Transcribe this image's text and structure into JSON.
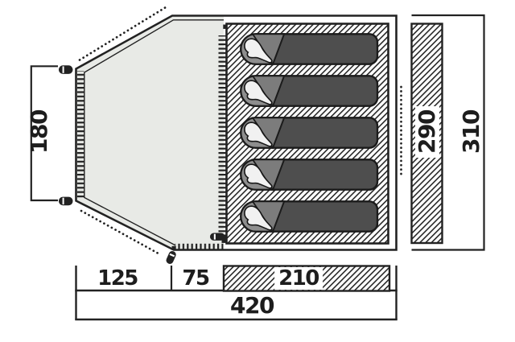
{
  "title": "Tent floor plan diagram",
  "labels": {
    "left_height": "180",
    "inner_height": "290",
    "outer_height": "310",
    "bottom_segment_1": "125",
    "bottom_segment_2": "75",
    "bottom_segment_3": "210",
    "bottom_total": "420"
  },
  "measurements": {
    "left_height": 180,
    "inner_height": 290,
    "outer_height": 310,
    "bottom_segment_1": 125,
    "bottom_segment_2": 75,
    "bottom_segment_3": 210,
    "bottom_total": 420
  },
  "sleeping_area": {
    "bag_count": 5
  },
  "icons": {
    "tent_peg": "black rounded pill with white slit",
    "zipper_pull": "black rounded pill with white slit",
    "zipper_teeth": "comb strip of short dashes",
    "guy_line": "round-dot dotted line",
    "hatch": "diagonal line fill"
  },
  "colors": {
    "background": "#ffffff",
    "outline": "#222222",
    "porch_fill": "#e8eae6",
    "bag_body": "#4e4e4e",
    "bag_hood": "#8e8e8e",
    "bag_flap": "#7c7c7c",
    "silhouette_fill": "#f1f1f1",
    "text": "#1d1d1d"
  }
}
